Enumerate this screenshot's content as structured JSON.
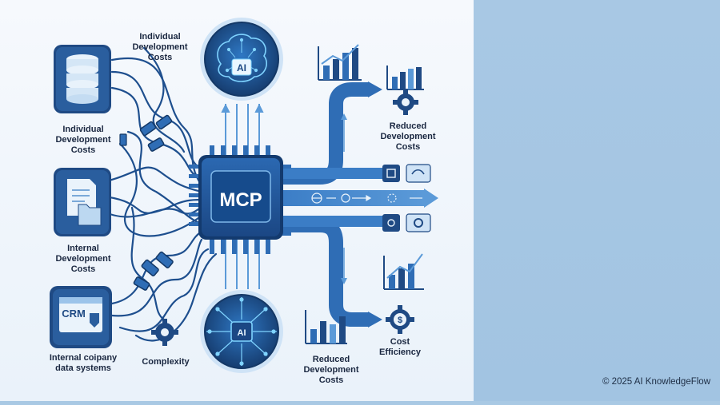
{
  "diagram": {
    "center_chip": {
      "label": "MCP"
    },
    "ai_nodes": [
      {
        "label": "AI"
      },
      {
        "label": "AI"
      }
    ],
    "left_sources": [
      {
        "icon": "database-icon",
        "label": "Individual\nDevelopment\nCosts"
      },
      {
        "icon": "document-folder-icon",
        "label": "Internal\nDevelopment\nCosts"
      },
      {
        "icon": "crm-icon",
        "screen_text": "CRM",
        "label": "Internal coipany\ndata systems"
      }
    ],
    "top_label": "Individual\nDevelopment\nCosts",
    "bottom_complexity": {
      "icon": "gear-icon",
      "label": "Complexity"
    },
    "right_outputs": [
      {
        "icon": "gear-icon",
        "label": "Reduced\nDevelopment\nCosts"
      },
      {
        "icon": "dollar-gear-icon",
        "label": "Cost\nEfficiency"
      }
    ],
    "bottom_middle_label": "Reduced\nDevelopment\nCosts"
  },
  "colors": {
    "dark_navy": "#1f4a84",
    "mid_blue": "#2f6db5",
    "light_blue": "#6ea6dc",
    "accent_glow": "#7fd3ff"
  },
  "footer": {
    "copyright": "© 2025 AI KnowledgeFlow"
  }
}
